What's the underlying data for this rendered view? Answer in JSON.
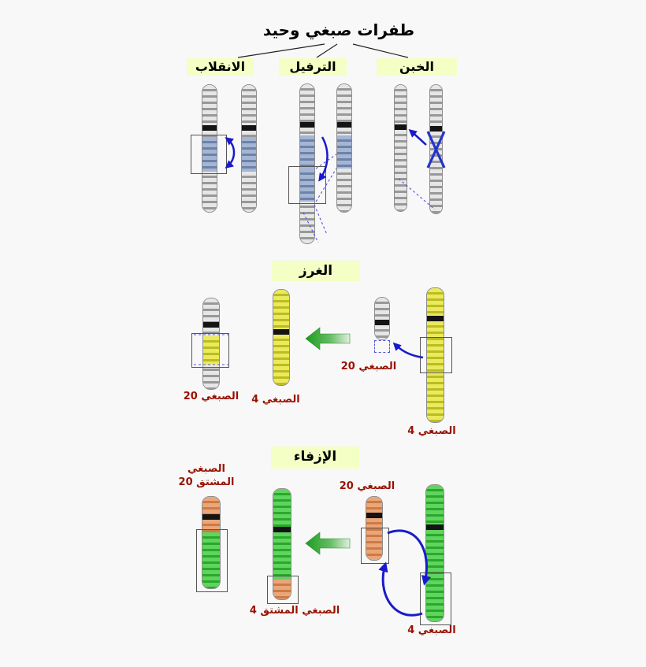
{
  "title": "طفرات صبغي وحيد",
  "sections": {
    "inversion": {
      "label": "الانقلاب"
    },
    "duplication": {
      "label": "الترفيل"
    },
    "deletion": {
      "label": "الخبن"
    },
    "insertion": {
      "label": "الغرز",
      "result_chr20_label": "الصبغي 20",
      "result_chr4_label": "الصبغي 4",
      "source_chr20_label": "الصبغي 20",
      "source_chr4_label": "الصبغي 4"
    },
    "translocation": {
      "label": "الإزفاء",
      "derived_chr20_label_line1": "الصبغي",
      "derived_chr20_label_line2": "المشتق 20",
      "derived_chr4_label": "الصبغي المشتق 4",
      "source_chr20_label": "الصبغي 20",
      "source_chr4_label": "الصبغي 4"
    }
  },
  "colors": {
    "background": "#f8f8f8",
    "section_label_bg": "#f3ffc4",
    "label_red": "#991100",
    "chromosome_gray": "#c8c8c8",
    "chromosome_blue": "#8097b8",
    "chromosome_yellow": "#d8d83a",
    "chromosome_green": "#3fc43f",
    "chromosome_orange": "#dd9260",
    "arrow_blue": "#1a1acc",
    "arrow_green": "#2a9a2a"
  }
}
